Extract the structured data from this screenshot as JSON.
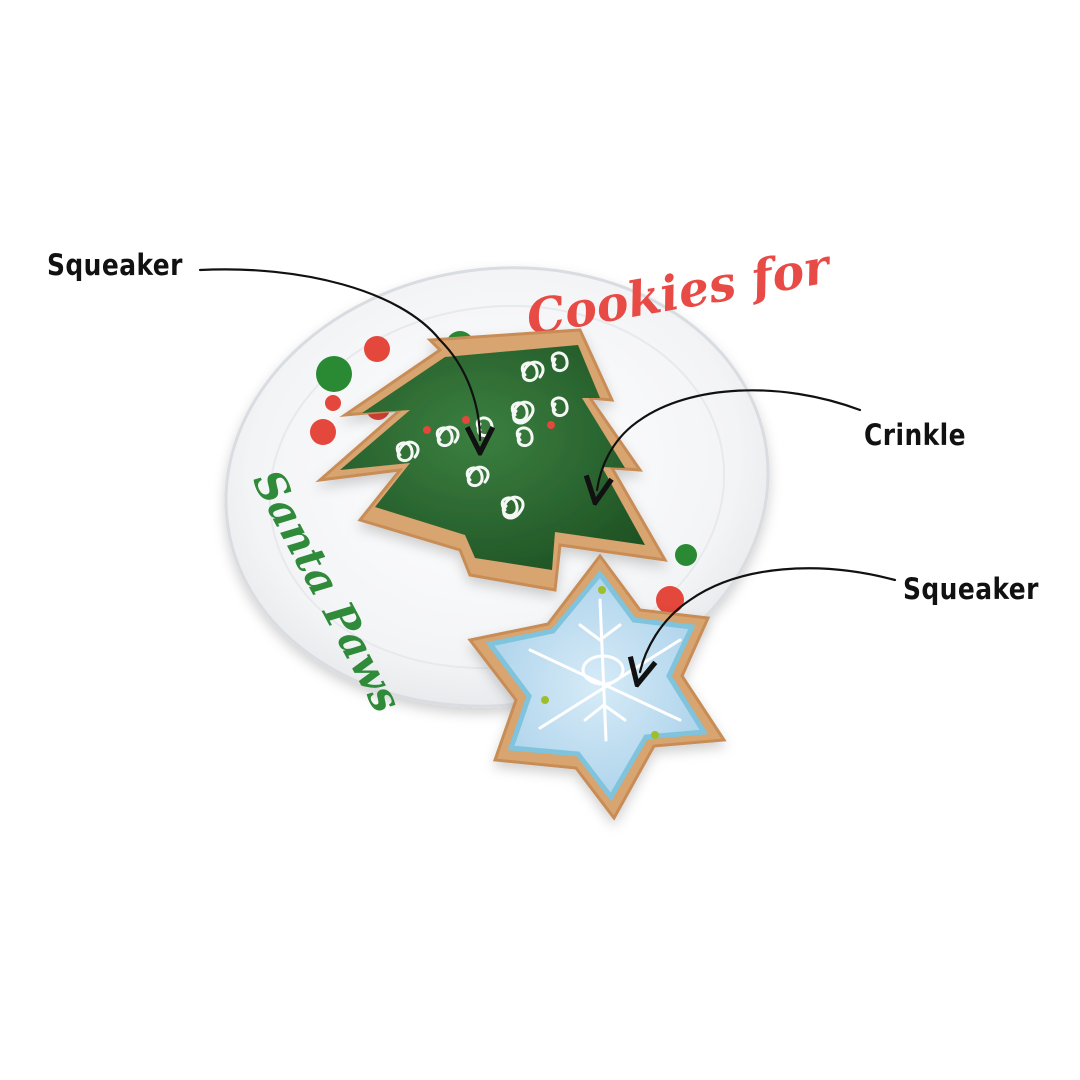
{
  "callouts": [
    {
      "label": "Squeaker"
    },
    {
      "label": "Crinkle"
    },
    {
      "label": "Squeaker"
    }
  ],
  "plate_text": {
    "line1": "Cookies for",
    "line2": "Santa Paws"
  },
  "colors": {
    "background": "#ffffff",
    "plate": "#f4f5f6",
    "plate_rim": "#dfe2e5",
    "tree_green": "#2e6b2e",
    "tree_green_dark": "#1f4f22",
    "cookie_tan": "#d8a46f",
    "snowflake_blue": "#bfdcf0",
    "snowflake_edge": "#7fc3dc",
    "red_dot": "#e4473b",
    "green_dot": "#2a8a34",
    "text_red": "#e84a46",
    "text_green": "#2f8a3a",
    "arrow": "#111111"
  },
  "icons": [
    "christmas-tree-cookie",
    "snowflake-cookie",
    "cookie-plate"
  ]
}
